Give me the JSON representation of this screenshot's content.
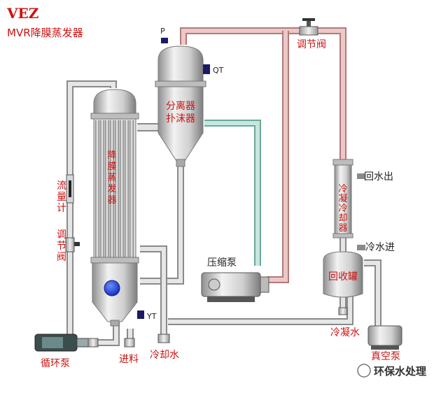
{
  "title": {
    "line1": "VEZ",
    "line2": "MVR降膜蒸发器"
  },
  "labels": {
    "p": "P",
    "qt": "QT",
    "yt": "YT",
    "separator": "分离器",
    "demister": "扑沫器",
    "evaporator_vertical": [
      "降",
      "膜",
      "蒸",
      "发",
      "器"
    ],
    "condenser_vertical": [
      "冷",
      "凝",
      "冷",
      "却",
      "器"
    ],
    "flowmeter_vertical": [
      "流",
      "量",
      "计"
    ],
    "valve_left_vertical": [
      "调",
      "节",
      "阀"
    ],
    "valve_top": "调节阀",
    "water_out": "回水出",
    "cold_water_in": "冷水进",
    "recovery_tank": "回收罐",
    "compressor": "压缩泵",
    "condensate": "冷凝水",
    "vacuum_pump": "真空泵",
    "circulation_pump": "循环泵",
    "feed": "进料",
    "cooling_water": "冷却水"
  },
  "watermark": "环保水处理",
  "colors": {
    "pipe": "#c8c8c8",
    "pipe_edge": "#8a8a8a",
    "vapor": "#e8c0c0",
    "vapor_edge": "#b27a7a",
    "cooling": "#b8dcd4",
    "cooling_edge": "#6aa89a",
    "vessel_light": "#e6e6e6",
    "vessel_dark": "#9a9a9a",
    "label_red": "#cc1111",
    "sight_blue": "#1d3fd6"
  }
}
